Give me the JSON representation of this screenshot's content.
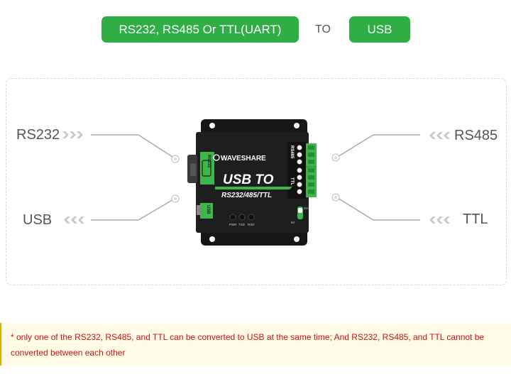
{
  "header": {
    "left_label": "RS232, RS485 Or TTL(UART)",
    "middle_label": "TO",
    "right_label": "USB"
  },
  "diagram": {
    "labels": {
      "rs232": "RS232",
      "usb": "USB",
      "rs485": "RS485",
      "ttl": "TTL"
    },
    "device": {
      "brand": "WAVESHARE",
      "title": "USB TO",
      "subtitle": "RS232/485/TTL",
      "port_rs232": "RS232",
      "port_usb": "USB",
      "terminal_rs485": "RS485",
      "terminal_ttl": "TTL",
      "leds": [
        "PWR",
        "TXD",
        "RXD"
      ],
      "switch_5v": "5V",
      "switch_3v3": "3V3"
    },
    "colors": {
      "accent_green": "#2fae45",
      "terminal_green": "#3fb64a",
      "connector_line": "#aaaaaa",
      "device_body": "#1a1a1a"
    }
  },
  "note": {
    "text": "* only one of the RS232, RS485, and TTL can be converted to USB at the same time; And RS232, RS485, and TTL cannot be converted between each other"
  }
}
